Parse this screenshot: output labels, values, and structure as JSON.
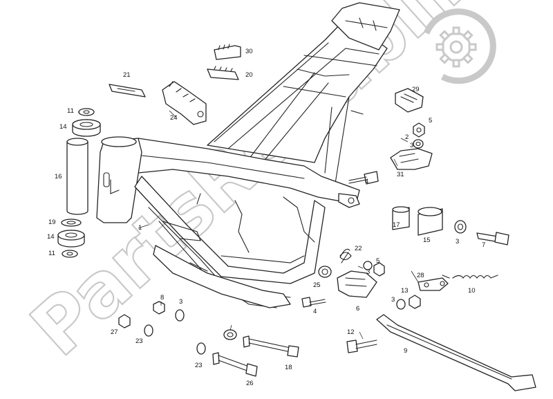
{
  "watermark": {
    "text": "PartsRepublik",
    "icon": "gear-icon",
    "color": "#c9c9c9"
  },
  "callouts": {
    "c1": "1",
    "c2": "2",
    "c3a": "3",
    "c3b": "3",
    "c3c": "3",
    "c3d": "3",
    "c3e": "3",
    "c4": "4",
    "c5a": "5",
    "c5b": "5",
    "c6": "6",
    "c7": "7",
    "c8": "8",
    "c9": "9",
    "c10": "10",
    "c11a": "11",
    "c11b": "11",
    "c12": "12",
    "c13": "13",
    "c14a": "14",
    "c14b": "14",
    "c15": "15",
    "c16": "16",
    "c17": "17",
    "c18": "18",
    "c19": "19",
    "c20": "20",
    "c21": "21",
    "c22": "22",
    "c23a": "23",
    "c23b": "23",
    "c24": "24",
    "c25": "25",
    "c26": "26",
    "c27": "27",
    "c28": "28",
    "c29": "29",
    "c30": "30",
    "c31": "31"
  }
}
